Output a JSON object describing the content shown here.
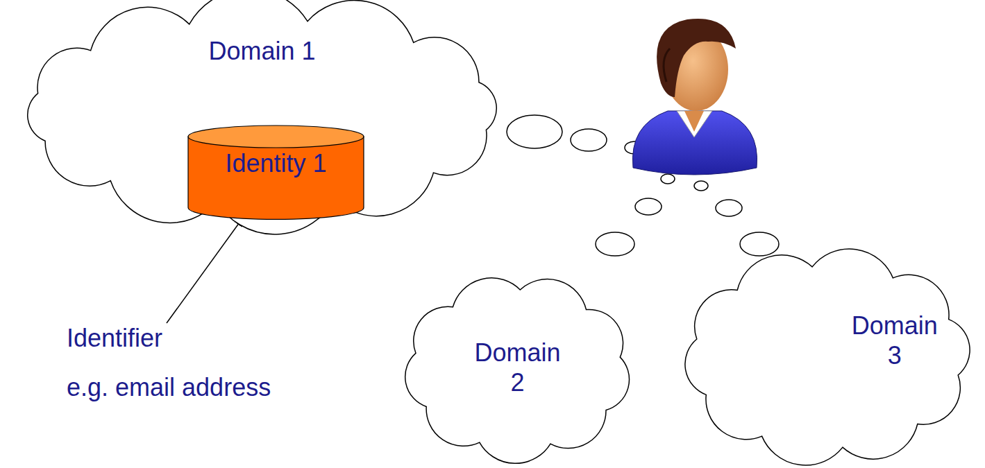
{
  "diagram": {
    "nodes": [
      {
        "text": [
          "Domain 1"
        ]
      },
      {
        "text": [
          "Identity 1"
        ],
        "in": 0
      },
      {
        "text": [
          "Domain 2"
        ]
      },
      {
        "text": [
          "Domain 3"
        ]
      }
    ],
    "edges": [],
    "labels": [
      "Identifier",
      "e.g. email address"
    ]
  }
}
